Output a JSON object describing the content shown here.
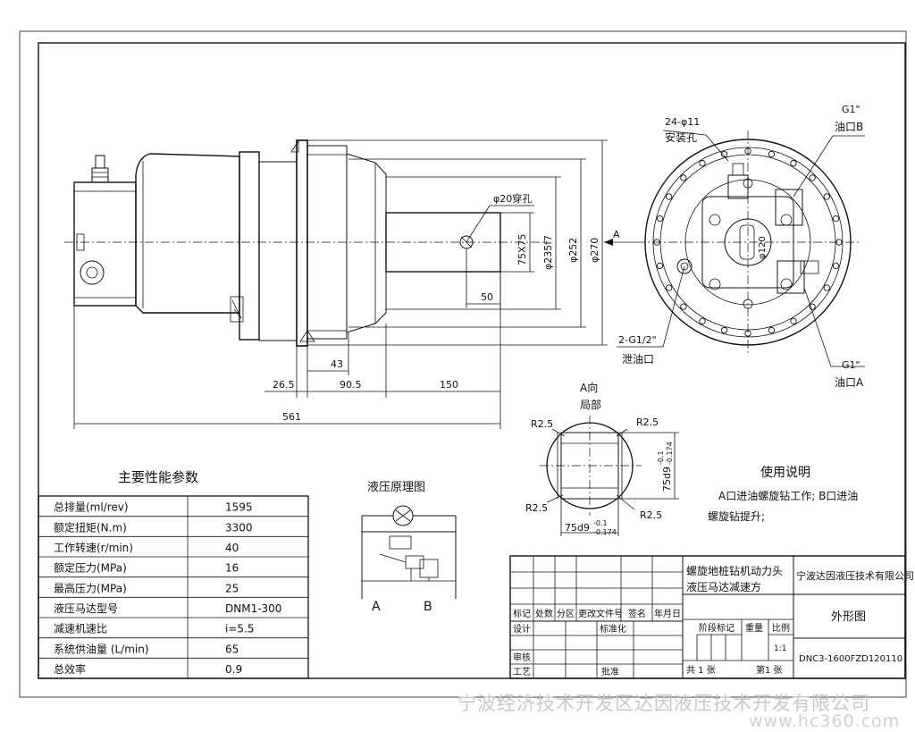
{
  "side_view": {
    "hole_label": "φ20穿孔",
    "dims": {
      "d_75x75": "75X75",
      "d_235f7": "φ235f7",
      "d_252": "φ252",
      "d_270": "φ270",
      "d_50": "50",
      "d_43": "43",
      "d_26_5": "26.5",
      "d_90_5": "90.5",
      "d_150": "150",
      "d_561": "561"
    },
    "arrow_a": "A"
  },
  "front_view": {
    "holes_label_1": "24-φ11",
    "holes_label_2": "安装孔",
    "port_b_1": "G1\"",
    "port_b_2": "油口B",
    "drain_1": "2-G1/2\"",
    "drain_2": "泄油口",
    "port_a_1": "G1\"",
    "port_a_2": "油口A",
    "center_dim": "φ120"
  },
  "detail_view": {
    "title_1": "A向",
    "title_2": "局部",
    "r_tl": "R2.5",
    "r_tr": "R2.5",
    "r_bl": "R2.5",
    "r_br": "R2.5",
    "dim_h": "75d9",
    "dim_h_tol_hi": "-0.1",
    "dim_h_tol_lo": "-0.174",
    "dim_v": "75d9",
    "dim_v_tol_hi": "-0.1",
    "dim_v_tol_lo": "-0.174"
  },
  "params": {
    "title": "主要性能参数",
    "rows": [
      {
        "label": "总排量(ml/rev)",
        "value": "1595"
      },
      {
        "label": "额定扭矩(N.m)",
        "value": "3300"
      },
      {
        "label": "工作转速(r/min)",
        "value": "40"
      },
      {
        "label": "额定压力(MPa)",
        "value": "16"
      },
      {
        "label": "最高压力(MPa)",
        "value": "25"
      },
      {
        "label": "液压马达型号",
        "value": "DNM1-300"
      },
      {
        "label": "减速机速比",
        "value": "i=5.5"
      },
      {
        "label": "系统供油量 (L/min)",
        "value": "65"
      },
      {
        "label": "总效率",
        "value": "0.9"
      }
    ]
  },
  "hydraulic": {
    "title": "液压原理图",
    "port_a": "A",
    "port_b": "B"
  },
  "usage": {
    "title": "使用说明",
    "line1": "A口进油螺旋钻工作; B口进油",
    "line2": "螺旋钻提升;"
  },
  "title_block": {
    "product_1": "螺旋地桩钻机动力头",
    "product_2": "液压马达减速方",
    "company": "宁波达因液压技术有限公司",
    "drawing_name": "外形图",
    "drawing_no": "DNC3-1600FZD120110",
    "h_mark": "标记",
    "h_count": "处数",
    "h_zone": "分区",
    "h_docno": "更改文件号",
    "h_sign": "签名",
    "h_date": "年月日",
    "r_design": "设计",
    "r_std": "标准化",
    "r_review": "审核",
    "r_process": "工艺",
    "r_approve": "批准",
    "stage": "阶段标记",
    "weight": "重量",
    "scale": "比例",
    "scale_val": "1:1",
    "total_sheets": "共 1 张",
    "sheet_no": "第1 张"
  },
  "watermark": {
    "company": "宁波经济技术开发区达因液压技术开发有限公司",
    "site": "www.hc360.com"
  }
}
